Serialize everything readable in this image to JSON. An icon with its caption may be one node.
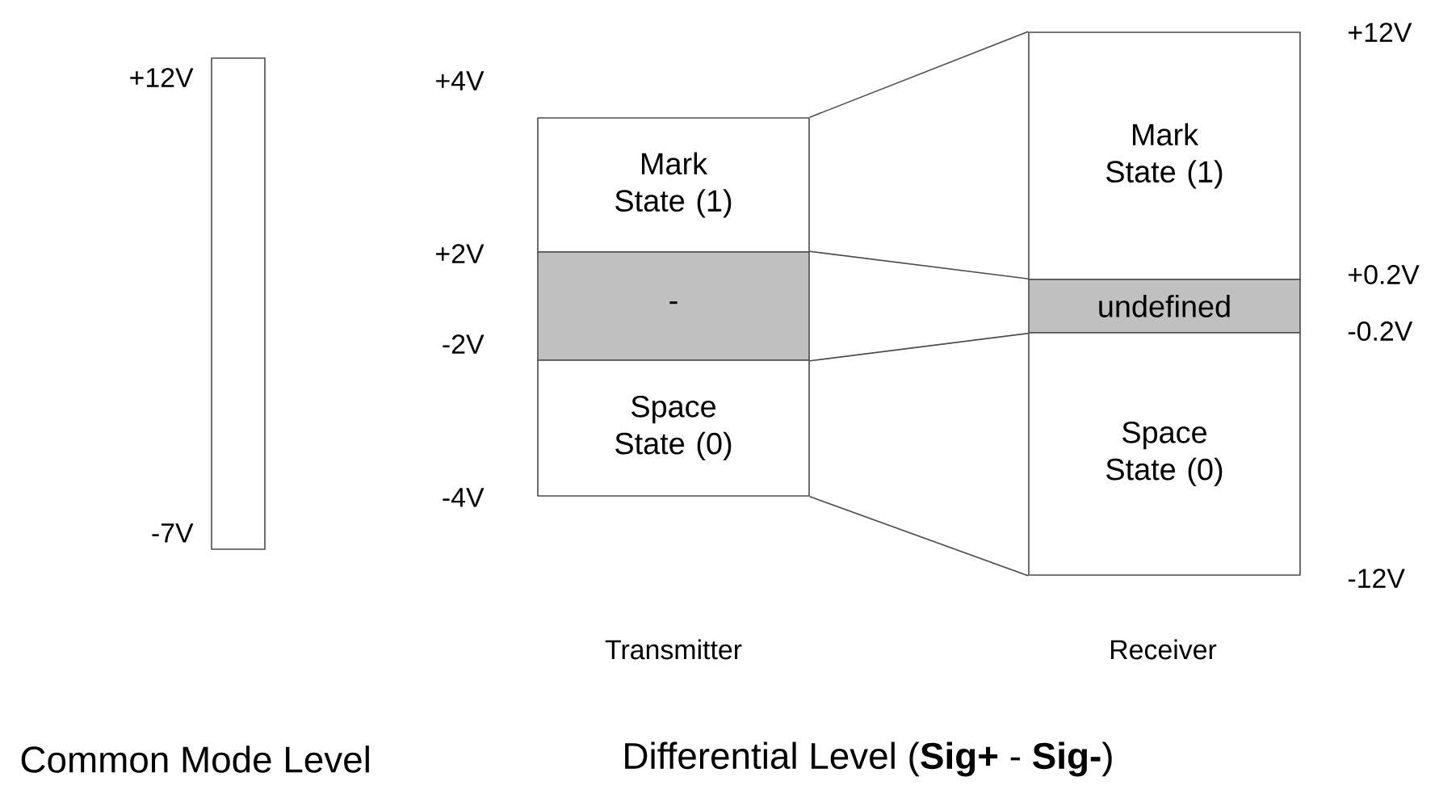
{
  "diagram": {
    "nodes": [
      {
        "text": [],
        "shape": "bar",
        "beside": [
          "+12V",
          "-7V"
        ]
      },
      {
        "text": [
          "Mark State (1)"
        ]
      },
      {
        "text": [
          "-"
        ]
      },
      {
        "text": [
          "Space State (0)"
        ]
      },
      {
        "text": [
          "Mark State (1)"
        ]
      },
      {
        "text": [
          "undefined"
        ]
      },
      {
        "text": [
          "Space State (0)"
        ]
      }
    ],
    "edges": [
      {
        "from": 1,
        "to": 4,
        "arrow": "none"
      },
      {
        "from": 2,
        "to": 5,
        "arrow": "none"
      },
      {
        "from": 2,
        "to": 5,
        "arrow": "none"
      },
      {
        "from": 3,
        "to": 6,
        "arrow": "none"
      }
    ],
    "labels": [
      "+12V",
      "+4V",
      "+2V",
      "+0.2V",
      "-0.2V",
      "-2V",
      "-4V",
      "-12V",
      "Transmitter",
      "Receiver",
      "Common Mode Level",
      "Differential Level (**Sig+** - **Sig-**)"
    ]
  }
}
